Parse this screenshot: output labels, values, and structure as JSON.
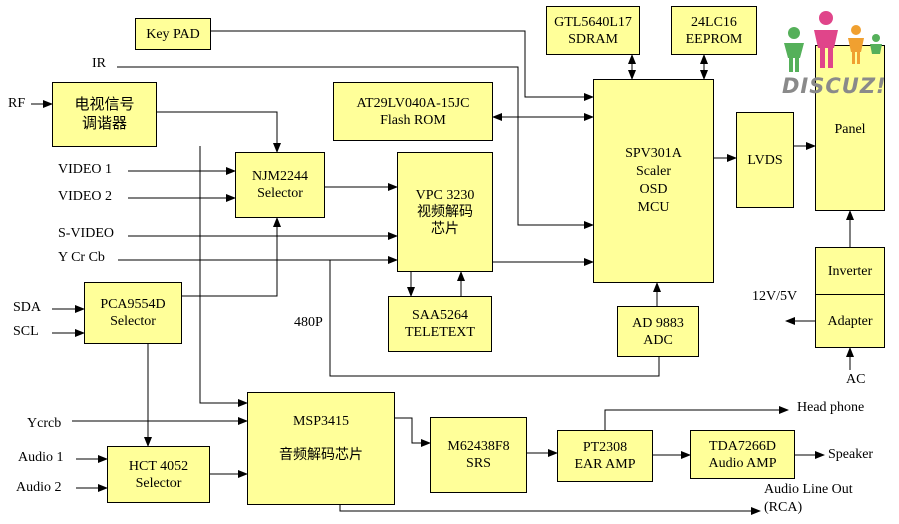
{
  "blocks": {
    "keypad": {
      "lines": [
        "Key PAD"
      ]
    },
    "sdram": {
      "lines": [
        "GTL5640L17",
        "SDRAM"
      ]
    },
    "eeprom": {
      "lines": [
        "24LC16",
        "EEPROM"
      ]
    },
    "tuner": {
      "lines": [
        "电视信号",
        "调谐器"
      ]
    },
    "flash": {
      "lines": [
        "AT29LV040A-15JC",
        "Flash ROM"
      ]
    },
    "scaler": {
      "lines": [
        "SPV301A",
        "Scaler",
        "OSD",
        "MCU"
      ]
    },
    "lvds": {
      "lines": [
        "LVDS"
      ]
    },
    "panel": {
      "lines": [
        "Panel"
      ]
    },
    "njm": {
      "lines": [
        "NJM2244",
        "Selector"
      ]
    },
    "vpc": {
      "lines": [
        "VPC 3230",
        "视频解码",
        "芯片"
      ]
    },
    "pca": {
      "lines": [
        "PCA9554D",
        "Selector"
      ]
    },
    "saa": {
      "lines": [
        "SAA5264",
        "TELETEXT"
      ]
    },
    "adc": {
      "lines": [
        "AD 9883",
        "ADC"
      ]
    },
    "inverter": {
      "lines": [
        "Inverter"
      ]
    },
    "adapter": {
      "lines": [
        "Adapter"
      ]
    },
    "msp": {
      "lines": [
        "MSP3415",
        "",
        "音频解码芯片"
      ]
    },
    "m624": {
      "lines": [
        "M62438F8",
        "SRS"
      ]
    },
    "pt": {
      "lines": [
        "PT2308",
        "EAR  AMP"
      ]
    },
    "tda": {
      "lines": [
        "TDA7266D",
        "Audio AMP"
      ]
    },
    "hct": {
      "lines": [
        "HCT 4052",
        "Selector"
      ]
    }
  },
  "labels": {
    "ir": "IR",
    "rf": "RF",
    "video1": "VIDEO 1",
    "video2": "VIDEO 2",
    "svideo": "S-VIDEO",
    "ycrcb": "Y Cr Cb",
    "sda": "SDA",
    "scl": "SCL",
    "p480": "480P",
    "v12": "12V/5V",
    "ac": "AC",
    "ycrcb2": "Ycrcb",
    "audio1": "Audio 1",
    "audio2": "Audio 2",
    "headphone": "Head phone",
    "speaker": "Speaker",
    "lineout1": "Audio Line Out",
    "lineout2": "(RCA)"
  },
  "logo": {
    "text": "DISCUZ!",
    "colors": {
      "green": "#55b05a",
      "pink": "#e0458a",
      "orange": "#f0a030"
    }
  },
  "colors": {
    "block_fill": "#ffff99",
    "line": "#000000"
  }
}
